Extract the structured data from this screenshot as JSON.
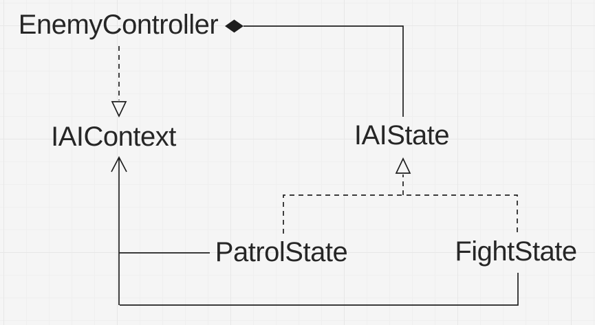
{
  "diagram": {
    "kind": "uml-class-diagram",
    "nodes": [
      {
        "id": "enemy-controller",
        "label": "EnemyController"
      },
      {
        "id": "iai-context",
        "label": "IAIContext"
      },
      {
        "id": "iai-state",
        "label": "IAIState"
      },
      {
        "id": "patrol-state",
        "label": "PatrolState"
      },
      {
        "id": "fight-state",
        "label": "FightState"
      }
    ],
    "edges": [
      {
        "from": "EnemyController",
        "to": "IAIState",
        "type": "composition",
        "line": "solid",
        "marker": "filled-diamond-at-source"
      },
      {
        "from": "EnemyController",
        "to": "IAIContext",
        "type": "dependency",
        "line": "dashed",
        "marker": "hollow-triangle"
      },
      {
        "from": "PatrolState",
        "to": "IAIState",
        "type": "realization",
        "line": "dashed",
        "marker": "hollow-triangle"
      },
      {
        "from": "FightState",
        "to": "IAIState",
        "type": "realization",
        "line": "dashed",
        "marker": "hollow-triangle"
      },
      {
        "from": "PatrolState",
        "to": "IAIContext",
        "type": "association",
        "line": "solid",
        "marker": "open-arrow"
      },
      {
        "from": "FightState",
        "to": "IAIContext",
        "type": "association",
        "line": "solid",
        "marker": "open-arrow"
      }
    ],
    "colors": {
      "background": "#f5f5f5",
      "grid_minor": "#efefef",
      "grid_major": "#e7e7e7",
      "line": "#1f1f1f",
      "text": "#262626"
    }
  }
}
